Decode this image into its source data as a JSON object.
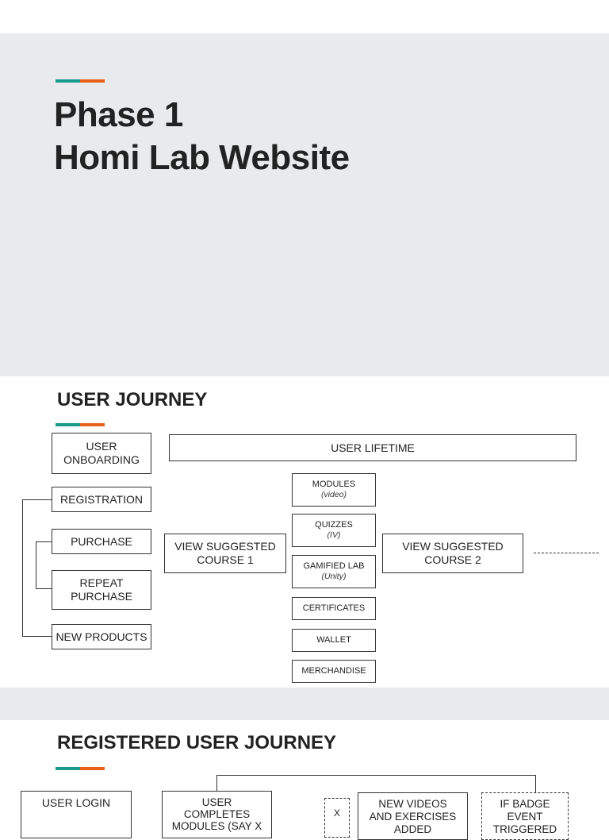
{
  "slide1": {
    "title_line1": "Phase 1",
    "title_line2": "Homi Lab Website"
  },
  "slide2": {
    "title": "USER JOURNEY",
    "left": {
      "onboarding": "USER ONBOARDING",
      "registration": "REGISTRATION",
      "purchase": "PURCHASE",
      "repeat_purchase": "REPEAT PURCHASE",
      "new_products": "NEW PRODUCTS"
    },
    "lifetime": "USER LIFETIME",
    "course1": "VIEW SUGGESTED COURSE 1",
    "course2": "VIEW SUGGESTED COURSE 2",
    "features": [
      {
        "label": "MODULES",
        "sub": "(video)"
      },
      {
        "label": "QUIZZES",
        "sub": "(IV)"
      },
      {
        "label": "GAMIFIED LAB",
        "sub": "(Unity)"
      },
      {
        "label": "CERTIFICATES"
      },
      {
        "label": "WALLET"
      },
      {
        "label": "MERCHANDISE"
      }
    ]
  },
  "slide3": {
    "title": "REGISTERED USER JOURNEY",
    "user_login": "USER LOGIN",
    "user_completes": "USER COMPLETES MODULES (SAY X",
    "x_box": "X",
    "new_videos": "NEW VIDEOS AND EXERCISES ADDED",
    "badge_event": "IF BADGE EVENT TRIGGERED"
  },
  "colors": {
    "accent_teal": "#1a9a8a",
    "accent_orange": "#e8601c",
    "slide_bg": "#e8eaeb"
  }
}
